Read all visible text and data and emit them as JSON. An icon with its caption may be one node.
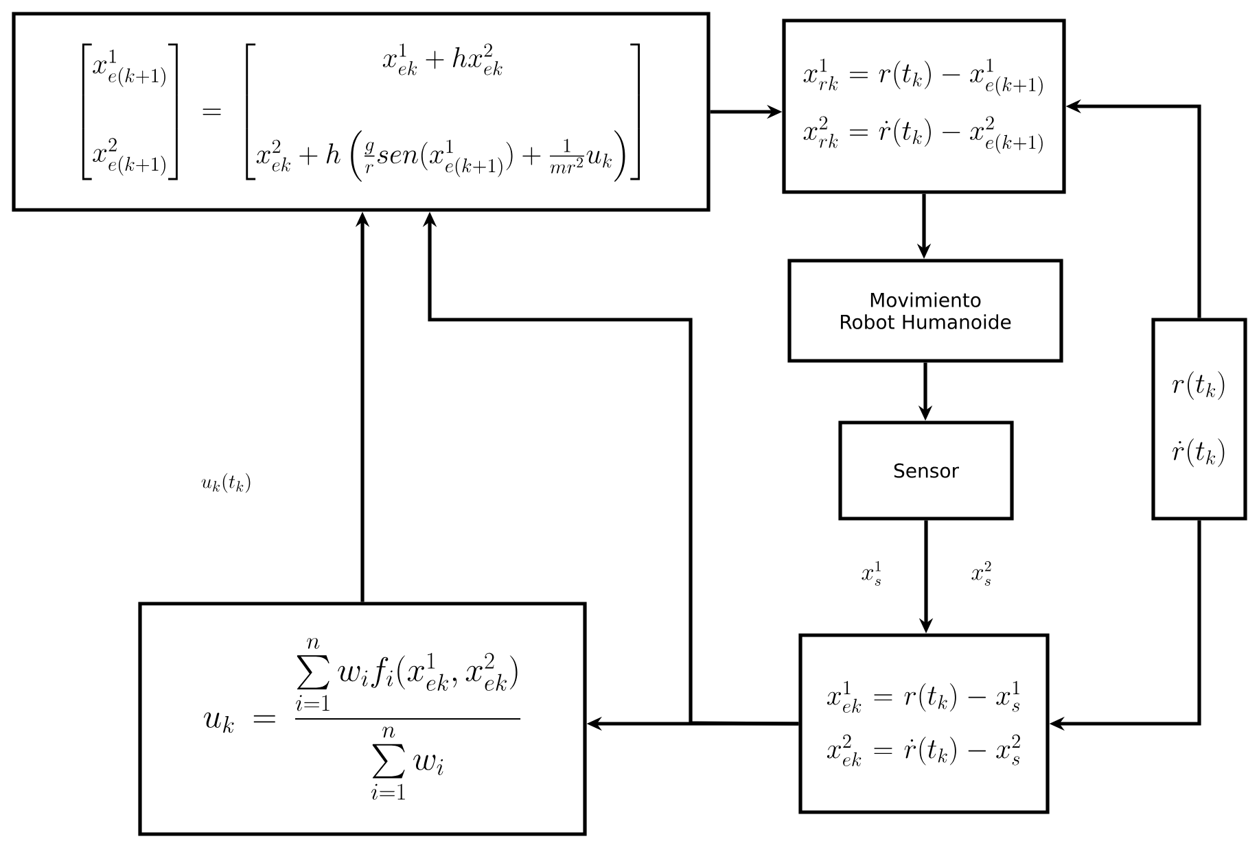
{
  "diagram": {
    "nodes": [
      {
        "text": [
          "\\begin{bmatrix} x^1_{e(k+1)} \\\\[3.2ex] x^2_{e(k+1)} \\end{bmatrix} = \\begin{bmatrix} x^1_{ek}+hx^2_{ek} \\\\[3.2ex] x^2_{ek}+h\\left(\\frac{g}{r}sen(x^1_{e(k+1)})+\\frac{1}{mr^2}u_k\\right) \\end{bmatrix}"
        ]
      },
      {
        "text": [
          "x^1_{rk} = r(t_k) - x^1_{e(k+1)}",
          "x^2_{rk} = \\dot{r}(t_k) - x^2_{e(k+1)}"
        ]
      },
      {
        "text": [
          "Movimiento Robot Humanoide"
        ]
      },
      {
        "text": [
          "Sensor"
        ]
      },
      {
        "text": [
          "x^1_{ek} = r(t_k) - x^1_{s}",
          "x^2_{ek} = \\dot{r}(t_k) - x^2_{s}"
        ]
      },
      {
        "text": [
          "r(t_k)",
          "\\dot{r}(t_k)"
        ]
      },
      {
        "text": [
          "u_k = \\frac{\\sum\\limits_{i=1}^{n} w_i f_i(x^1_{ek},x^2_{ek})}{\\sum\\limits_{i=1}^{n} w_i}"
        ]
      }
    ],
    "edges": [
      {
        "from": 0,
        "to": 1,
        "arrow": "to"
      },
      {
        "from": 1,
        "to": 2,
        "arrow": "to"
      },
      {
        "from": 2,
        "to": 3,
        "arrow": "to"
      },
      {
        "from": 3,
        "to": 4,
        "arrow": "to"
      },
      {
        "from": 5,
        "to": 1,
        "arrow": "to"
      },
      {
        "from": 5,
        "to": 4,
        "arrow": "to"
      },
      {
        "from": 4,
        "to": 6,
        "arrow": "to"
      },
      {
        "from": 4,
        "to": 0,
        "arrow": "to"
      },
      {
        "from": 6,
        "to": 0,
        "arrow": "to"
      }
    ],
    "labels": [
      "u_k(t_k)",
      "x^1_s",
      "x^2_s"
    ]
  }
}
